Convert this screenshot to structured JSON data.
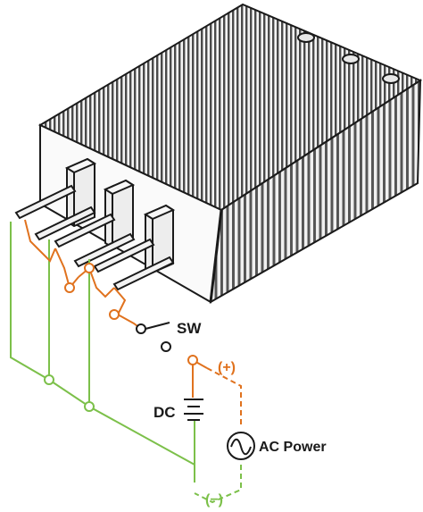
{
  "labels": {
    "switch": "SW",
    "positive": "(+)",
    "dc": "DC",
    "ac": "AC Power",
    "negative": "(−)"
  },
  "colors": {
    "body": "#555555",
    "fin_light": "#f2f2f2",
    "outline": "#1a1a1a",
    "positive_wire": "#e0721e",
    "negative_wire": "#7cc04a"
  },
  "icons": {
    "ac_source": "ac-sine-source-icon",
    "dc_source": "battery-icon",
    "switch": "switch-icon"
  }
}
